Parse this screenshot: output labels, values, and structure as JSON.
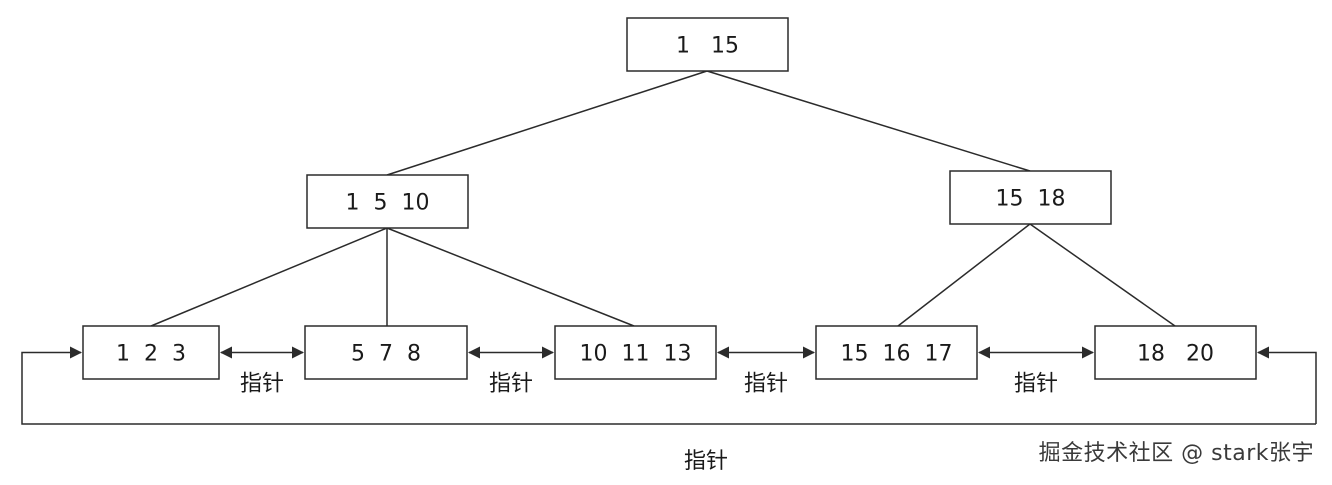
{
  "diagram": {
    "nodes": [
      {
        "id": "root",
        "label": "1   15"
      },
      {
        "id": "internal-left",
        "label": "1  5  10"
      },
      {
        "id": "internal-right",
        "label": "15  18"
      },
      {
        "id": "leaf-1",
        "label": "1  2  3"
      },
      {
        "id": "leaf-2",
        "label": "5  7  8"
      },
      {
        "id": "leaf-3",
        "label": "10  11  13"
      },
      {
        "id": "leaf-4",
        "label": "15  16  17"
      },
      {
        "id": "leaf-5",
        "label": "18   20"
      }
    ],
    "edges": [
      {
        "from": "root",
        "to": "internal-left"
      },
      {
        "from": "root",
        "to": "internal-right"
      },
      {
        "from": "internal-left",
        "to": "leaf-1"
      },
      {
        "from": "internal-left",
        "to": "leaf-2"
      },
      {
        "from": "internal-left",
        "to": "leaf-3"
      },
      {
        "from": "internal-right",
        "to": "leaf-4"
      },
      {
        "from": "internal-right",
        "to": "leaf-5"
      }
    ],
    "leaf_pointers": [
      {
        "from": "leaf-1",
        "to": "leaf-2",
        "label": "指针"
      },
      {
        "from": "leaf-2",
        "to": "leaf-3",
        "label": "指针"
      },
      {
        "from": "leaf-3",
        "to": "leaf-4",
        "label": "指针"
      },
      {
        "from": "leaf-4",
        "to": "leaf-5",
        "label": "指针"
      }
    ],
    "loop_pointer": {
      "from": "leaf-5",
      "to": "leaf-1",
      "label": "指针"
    }
  },
  "watermark": "掘金技术社区 @ stark张宇",
  "colors": {
    "stroke": "#2b2b2b",
    "text": "#1a1a1a",
    "background": "#ffffff"
  }
}
